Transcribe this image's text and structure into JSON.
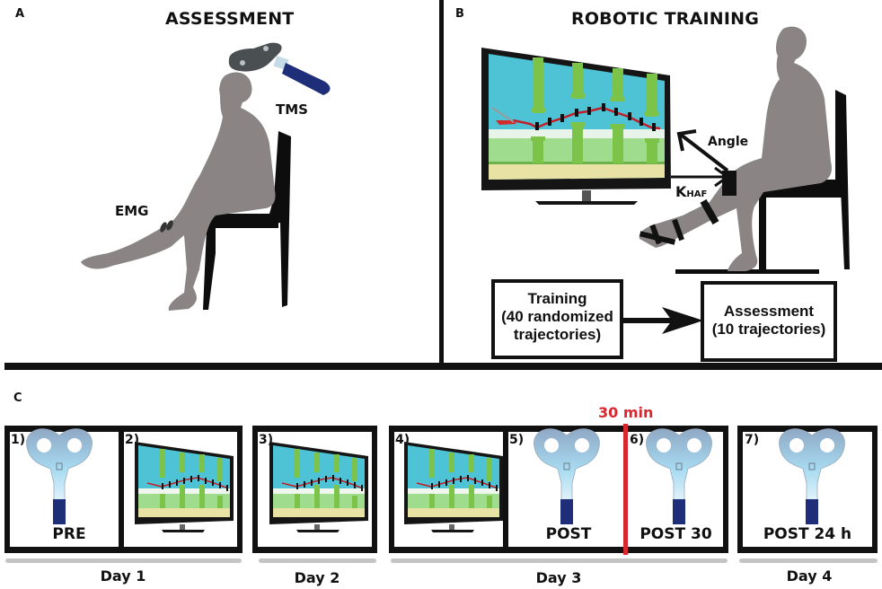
{
  "panel_a": {
    "letter": "A",
    "title": "ASSESSMENT",
    "labels": {
      "tms": "TMS",
      "emg": "EMG"
    }
  },
  "panel_b": {
    "letter": "B",
    "title": "ROBOTIC TRAINING",
    "labels": {
      "angle": "Angle",
      "khaf_main": "K",
      "khaf_sub": "HAF"
    },
    "flow": {
      "training_lines": [
        "Training",
        "(40 randomized",
        "trajectories)"
      ],
      "assessment_lines": [
        "Assessment",
        "(10 trajectories)"
      ]
    }
  },
  "panel_c": {
    "letter": "C",
    "interval_label": "30 min",
    "interval_color": "#d7282f",
    "steps": [
      {
        "num": "1)",
        "type": "tms",
        "label": "PRE"
      },
      {
        "num": "2)",
        "type": "screen",
        "label": ""
      },
      {
        "num": "3)",
        "type": "screen",
        "label": ""
      },
      {
        "num": "4)",
        "type": "screen",
        "label": ""
      },
      {
        "num": "5)",
        "type": "tms",
        "label": "POST"
      },
      {
        "num": "6)",
        "type": "tms",
        "label": "POST 30"
      },
      {
        "num": "7)",
        "type": "tms",
        "label": "POST 24 h"
      }
    ],
    "days": [
      "Day 1",
      "Day 2",
      "Day 3",
      "Day 4"
    ]
  },
  "colors": {
    "silhouette": "#8a8584",
    "chair": "#0d0d0d",
    "sky": "#4fc3d6",
    "pipe": "#7cc34a",
    "ground": "#e8e2a4",
    "trajectory": "#c0202a",
    "coil_handle": "#1f2e78",
    "coil_head": "#9fd2ea",
    "day_bar": "#c4c4c4"
  }
}
